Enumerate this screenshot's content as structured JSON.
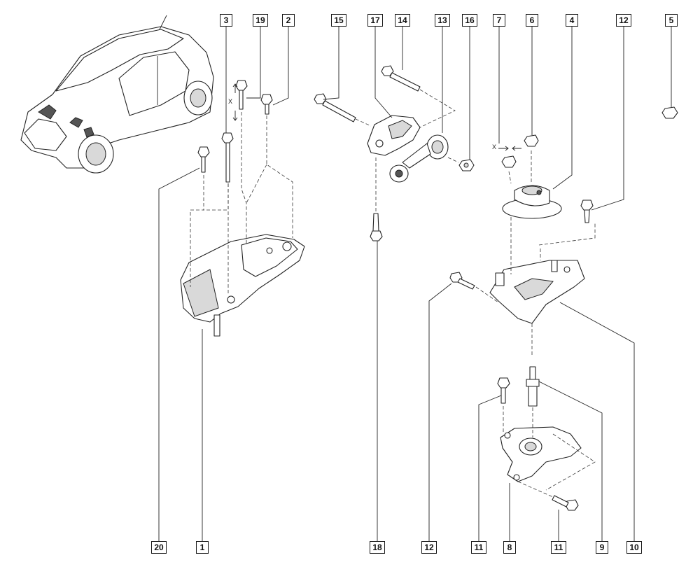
{
  "diagram": {
    "callouts": [
      {
        "id": "c3",
        "label": "3"
      },
      {
        "id": "c19",
        "label": "19"
      },
      {
        "id": "c2",
        "label": "2"
      },
      {
        "id": "c15",
        "label": "15"
      },
      {
        "id": "c17",
        "label": "17"
      },
      {
        "id": "c14",
        "label": "14"
      },
      {
        "id": "c13",
        "label": "13"
      },
      {
        "id": "c16",
        "label": "16"
      },
      {
        "id": "c7",
        "label": "7"
      },
      {
        "id": "c6",
        "label": "6"
      },
      {
        "id": "c4",
        "label": "4"
      },
      {
        "id": "c12t",
        "label": "12"
      },
      {
        "id": "c5",
        "label": "5"
      },
      {
        "id": "c20",
        "label": "20"
      },
      {
        "id": "c1",
        "label": "1"
      },
      {
        "id": "c18",
        "label": "18"
      },
      {
        "id": "c12b",
        "label": "12"
      },
      {
        "id": "c11a",
        "label": "11"
      },
      {
        "id": "c8",
        "label": "8"
      },
      {
        "id": "c11b",
        "label": "11"
      },
      {
        "id": "c9",
        "label": "9"
      },
      {
        "id": "c10",
        "label": "10"
      }
    ],
    "dimension_labels": [
      "X",
      "X"
    ]
  }
}
